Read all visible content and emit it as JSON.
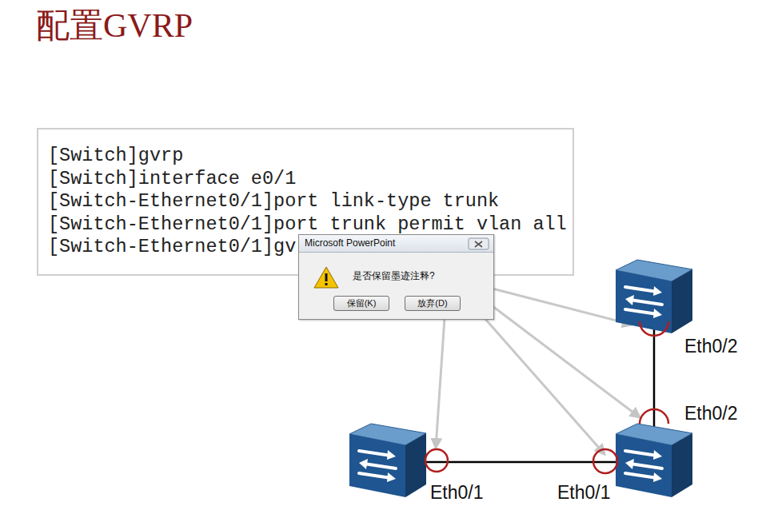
{
  "diagram": {
    "title": "配置GVRP",
    "nodes": [
      {
        "text": [
          "[Switch]gvrp",
          "[Switch]interface e0/1",
          "[Switch-Ethernet0/1]port link-type trunk",
          "[Switch-Ethernet0/1]port trunk permit vlan all",
          "[Switch-Ethernet0/1]gv"
        ]
      },
      {
        "text": [
          "Microsoft PowerPoint",
          "是否保留墨迹注释?"
        ]
      },
      {
        "text": [
          "保留(K)"
        ],
        "in": 1
      },
      {
        "text": [
          "放弃(D)"
        ],
        "in": 1
      }
    ],
    "labels": [
      "Eth0/2",
      "Eth0/2",
      "Eth0/1",
      "Eth0/1"
    ]
  }
}
